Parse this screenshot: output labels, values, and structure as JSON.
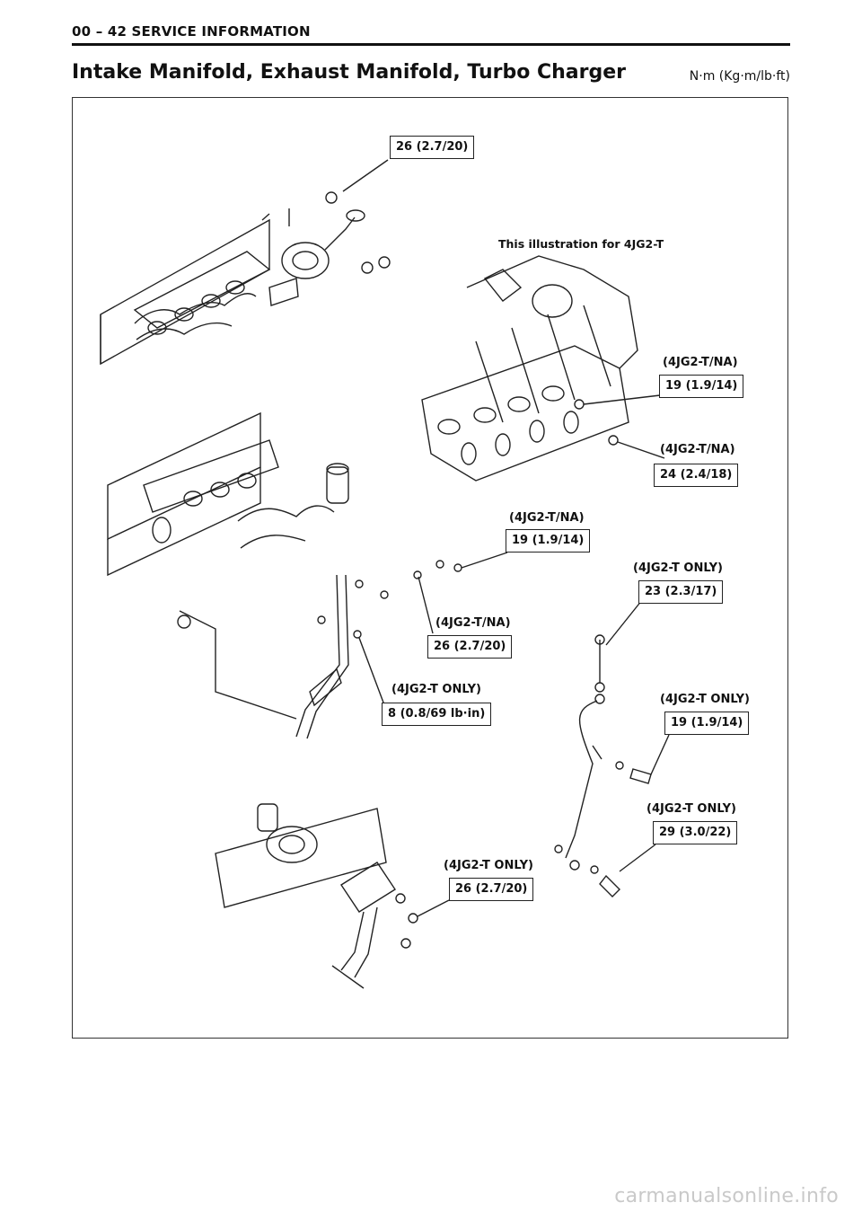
{
  "header": {
    "section": "00 – 42 SERVICE INFORMATION"
  },
  "title": "Intake Manifold, Exhaust Manifold, Turbo Charger",
  "units": "N·m (Kg·m/lb·ft)",
  "note": "This illustration for 4JG2-T",
  "callouts": [
    {
      "tag": "",
      "value": "26 (2.7/20)"
    },
    {
      "tag": "(4JG2-T/NA)",
      "value": "19 (1.9/14)"
    },
    {
      "tag": "(4JG2-T/NA)",
      "value": "24 (2.4/18)"
    },
    {
      "tag": "(4JG2-T/NA)",
      "value": "19 (1.9/14)"
    },
    {
      "tag": "(4JG2-T ONLY)",
      "value": "23 (2.3/17)"
    },
    {
      "tag": "(4JG2-T/NA)",
      "value": "26 (2.7/20)"
    },
    {
      "tag": "(4JG2-T ONLY)",
      "value": "8 (0.8/69 lb·in)"
    },
    {
      "tag": "(4JG2-T ONLY)",
      "value": "19 (1.9/14)"
    },
    {
      "tag": "(4JG2-T ONLY)",
      "value": "29 (3.0/22)"
    },
    {
      "tag": "(4JG2-T ONLY)",
      "value": "26 (2.7/20)"
    }
  ],
  "watermark": "carmanualsonline.info"
}
